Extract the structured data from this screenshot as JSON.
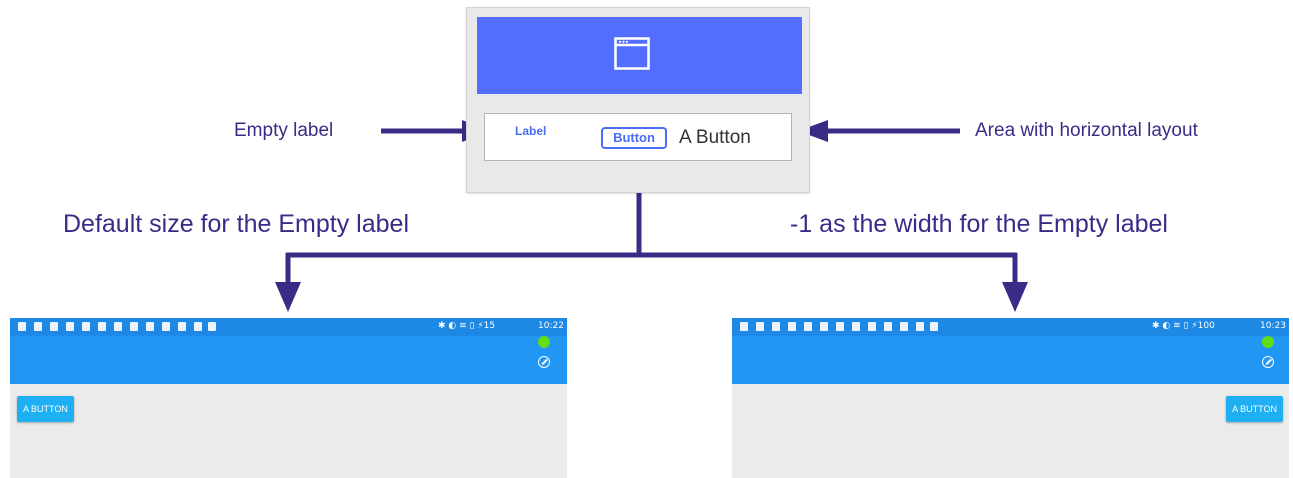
{
  "annotations": {
    "left": "Empty label",
    "right": "Area with horizontal layout"
  },
  "captions": {
    "left": "Default size for the Empty label",
    "right": "-1 as the width for the Empty label"
  },
  "designer": {
    "label_text": "Label",
    "button_text": "Button",
    "button_caption": "A Button",
    "header_color": "#536dfe",
    "window_icon": "window-icon"
  },
  "phones": [
    {
      "time": "10:22",
      "battery": "15",
      "button_text": "A BUTTON"
    },
    {
      "time": "10:23",
      "battery": "100",
      "button_text": "A BUTTON"
    }
  ],
  "colors": {
    "arrow": "#3b2a86",
    "status_bar": "#1e88e5",
    "app_bar": "#2196f3",
    "button": "#1eb0f3",
    "indicator": "#64dd17"
  }
}
